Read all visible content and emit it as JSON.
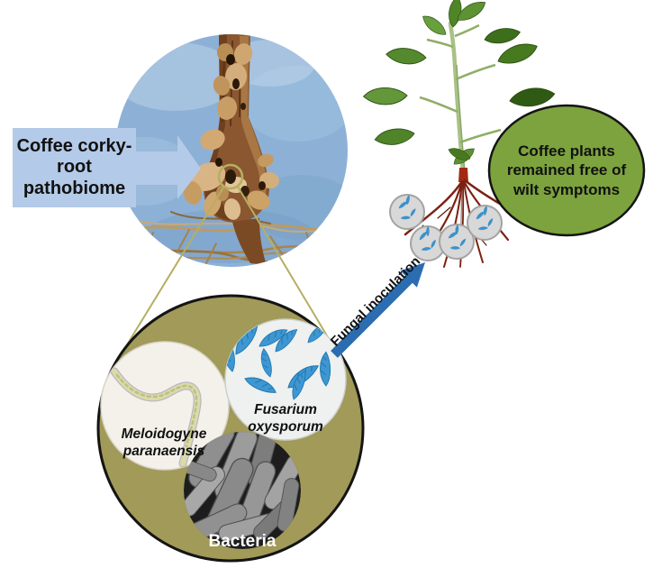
{
  "colors": {
    "callout_fill": "#b3cae8",
    "outcome_fill": "#7ca33d",
    "pathobiome_fill": "#a19a58",
    "arrow_blue": "#2b6db0",
    "spore_blue": "#3e96d2"
  },
  "labels": {
    "callout": "Coffee corky-root pathobiome",
    "outcome": "Coffee plants remained free of wilt symptoms",
    "inoculation": "Fungal inoculation",
    "nematode": "Meloidogyne paranaensis",
    "fungus": "Fusarium oxysporum",
    "bacteria": "Bacteria"
  }
}
